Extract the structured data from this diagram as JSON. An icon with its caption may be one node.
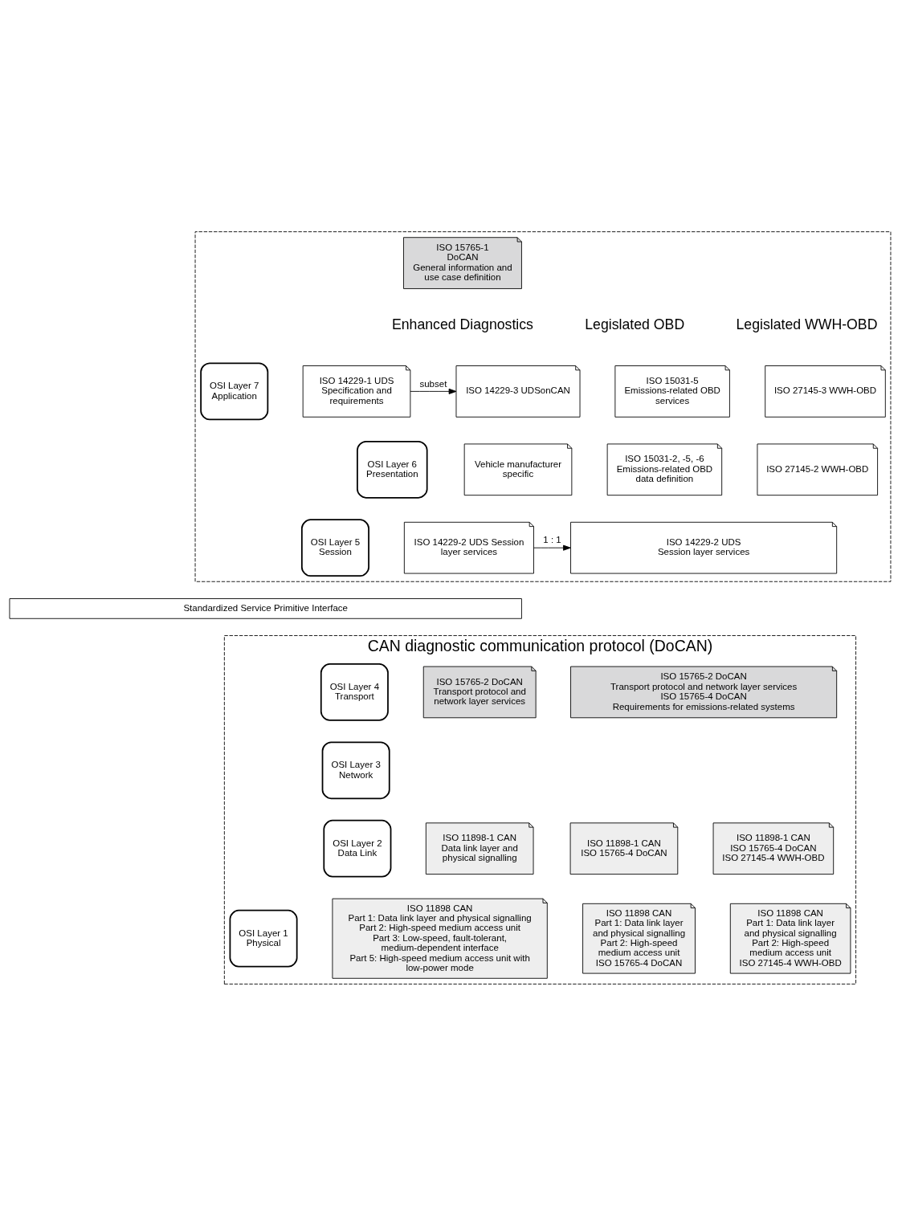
{
  "diagram": {
    "nodes": [
      {
        "text": [],
        "shape": "box"
      },
      {
        "text": [
          "ISO 15765-1",
          "DoCAN",
          "General information and use case definition"
        ],
        "in": 0
      },
      {
        "text": [
          "OSI Layer 7",
          "Application"
        ],
        "in": 0
      },
      {
        "text": [
          "ISO 14229-1 UDS Specification and requirements"
        ],
        "in": 0
      },
      {
        "text": [
          "ISO 14229-3 UDSonCAN"
        ],
        "in": 0
      },
      {
        "text": [
          "ISO 15031-5 Emissions-related OBD services"
        ],
        "in": 0
      },
      {
        "text": [
          "ISO 27145-3 WWH-OBD"
        ],
        "in": 0
      },
      {
        "text": [
          "OSI Layer 6",
          "Presentation"
        ],
        "in": 0
      },
      {
        "text": [
          "Vehicle manufacturer specific"
        ],
        "in": 0
      },
      {
        "text": [
          "ISO 15031-2, -5, -6 Emissions-related OBD data definition"
        ],
        "in": 0
      },
      {
        "text": [
          "ISO 27145-2 WWH-OBD"
        ],
        "in": 0
      },
      {
        "text": [
          "OSI Layer 5",
          "Session"
        ],
        "in": 0
      },
      {
        "text": [
          "ISO 14229-2 UDS Session layer services"
        ],
        "in": 0
      },
      {
        "text": [
          "ISO 14229-2 UDS",
          "Session layer services"
        ],
        "in": 0
      },
      {
        "text": [
          "Standardized Service Primitive Interface"
        ]
      },
      {
        "text": [
          "CAN diagnostic communication protocol (DoCAN)"
        ]
      },
      {
        "text": [
          "OSI Layer 4",
          "Transport"
        ],
        "in": 15
      },
      {
        "text": [
          "OSI Layer 3",
          "Network"
        ],
        "in": 15
      },
      {
        "text": [
          "ISO 15765-2 DoCAN Transport protocol and network layer services"
        ],
        "in": 15
      },
      {
        "text": [
          "ISO 15765-2 DoCAN",
          "Transport protocol and network layer services",
          "ISO 15765-4 DoCAN",
          "Requirements for emissions-related systems"
        ],
        "in": 15
      },
      {
        "text": [
          "OSI Layer 2",
          "Data Link"
        ],
        "in": 15
      },
      {
        "text": [
          "ISO 11898-1 CAN",
          "Data link layer and physical signalling"
        ],
        "in": 15
      },
      {
        "text": [
          "ISO 11898-1 CAN",
          "ISO 15765-4 DoCAN"
        ],
        "in": 15
      },
      {
        "text": [
          "ISO 11898-1 CAN",
          "ISO 15765-4 DoCAN",
          "ISO 27145-4 WWH-OBD"
        ],
        "in": 15
      },
      {
        "text": [
          "OSI Layer 1",
          "Physical"
        ],
        "in": 15
      },
      {
        "text": [
          "ISO 11898 CAN",
          "Part 1: Data link layer and physical signalling",
          "Part 2: High-speed medium access unit",
          "Part 3: Low-speed, fault-tolerant, medium-dependent interface",
          "Part 5: High-speed medium access unit with low-power mode"
        ],
        "in": 15
      },
      {
        "text": [
          "ISO 11898 CAN",
          "Part 1: Data link layer and physical signalling",
          "Part 2: High-speed medium access unit",
          "ISO 15765-4 DoCAN"
        ],
        "in": 15
      },
      {
        "text": [
          "ISO 11898 CAN",
          "Part 1: Data link layer and physical signalling",
          "Part 2: High-speed medium access unit",
          "ISO 27145-4 WWH-OBD"
        ],
        "in": 15
      }
    ],
    "edges": [
      {
        "from": 3,
        "to": 4,
        "arrow": "to",
        "label": "subset"
      },
      {
        "from": 12,
        "to": 13,
        "arrow": "to",
        "label": "1 : 1"
      }
    ],
    "labels": [
      "Enhanced Diagnostics",
      "Legislated OBD",
      "Legislated WWH-OBD"
    ]
  }
}
